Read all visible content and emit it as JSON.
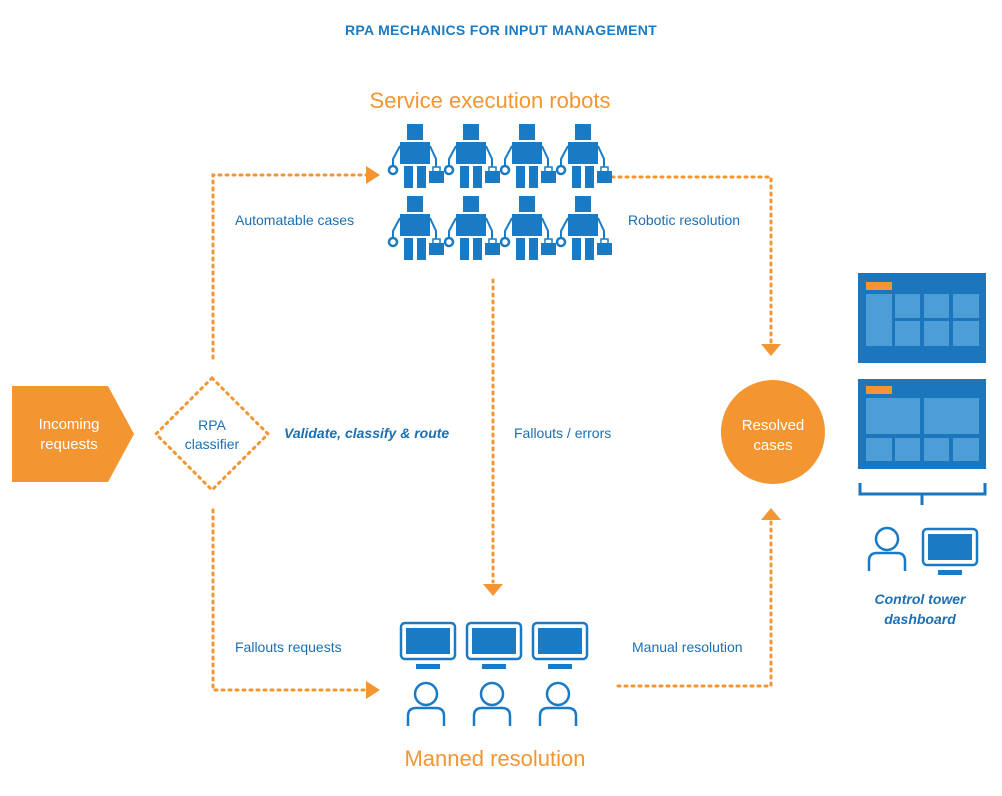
{
  "title": "RPA MECHANICS FOR INPUT MANAGEMENT",
  "nodes": {
    "incoming": {
      "line1": "Incoming",
      "line2": "requests"
    },
    "classifier": {
      "line1": "RPA",
      "line2": "classifier"
    },
    "robots": {
      "title": "Service execution robots",
      "count": 8
    },
    "manned": {
      "title": "Manned resolution",
      "count": 3
    },
    "resolved": {
      "line1": "Resolved",
      "line2": "cases"
    },
    "dashboard": {
      "line1": "Control tower",
      "line2": "dashboard"
    }
  },
  "edges": {
    "validate": "Validate, classify & route",
    "automatable": "Automatable cases",
    "robotic": "Robotic resolution",
    "fallouts_errors": "Fallouts / errors",
    "fallouts_requests": "Fallouts requests",
    "manual": "Manual resolution"
  },
  "colors": {
    "orange": "#f39530",
    "blue": "#1a7bc4",
    "panel": "#1b76bd",
    "tile": "#4d9dd6"
  }
}
